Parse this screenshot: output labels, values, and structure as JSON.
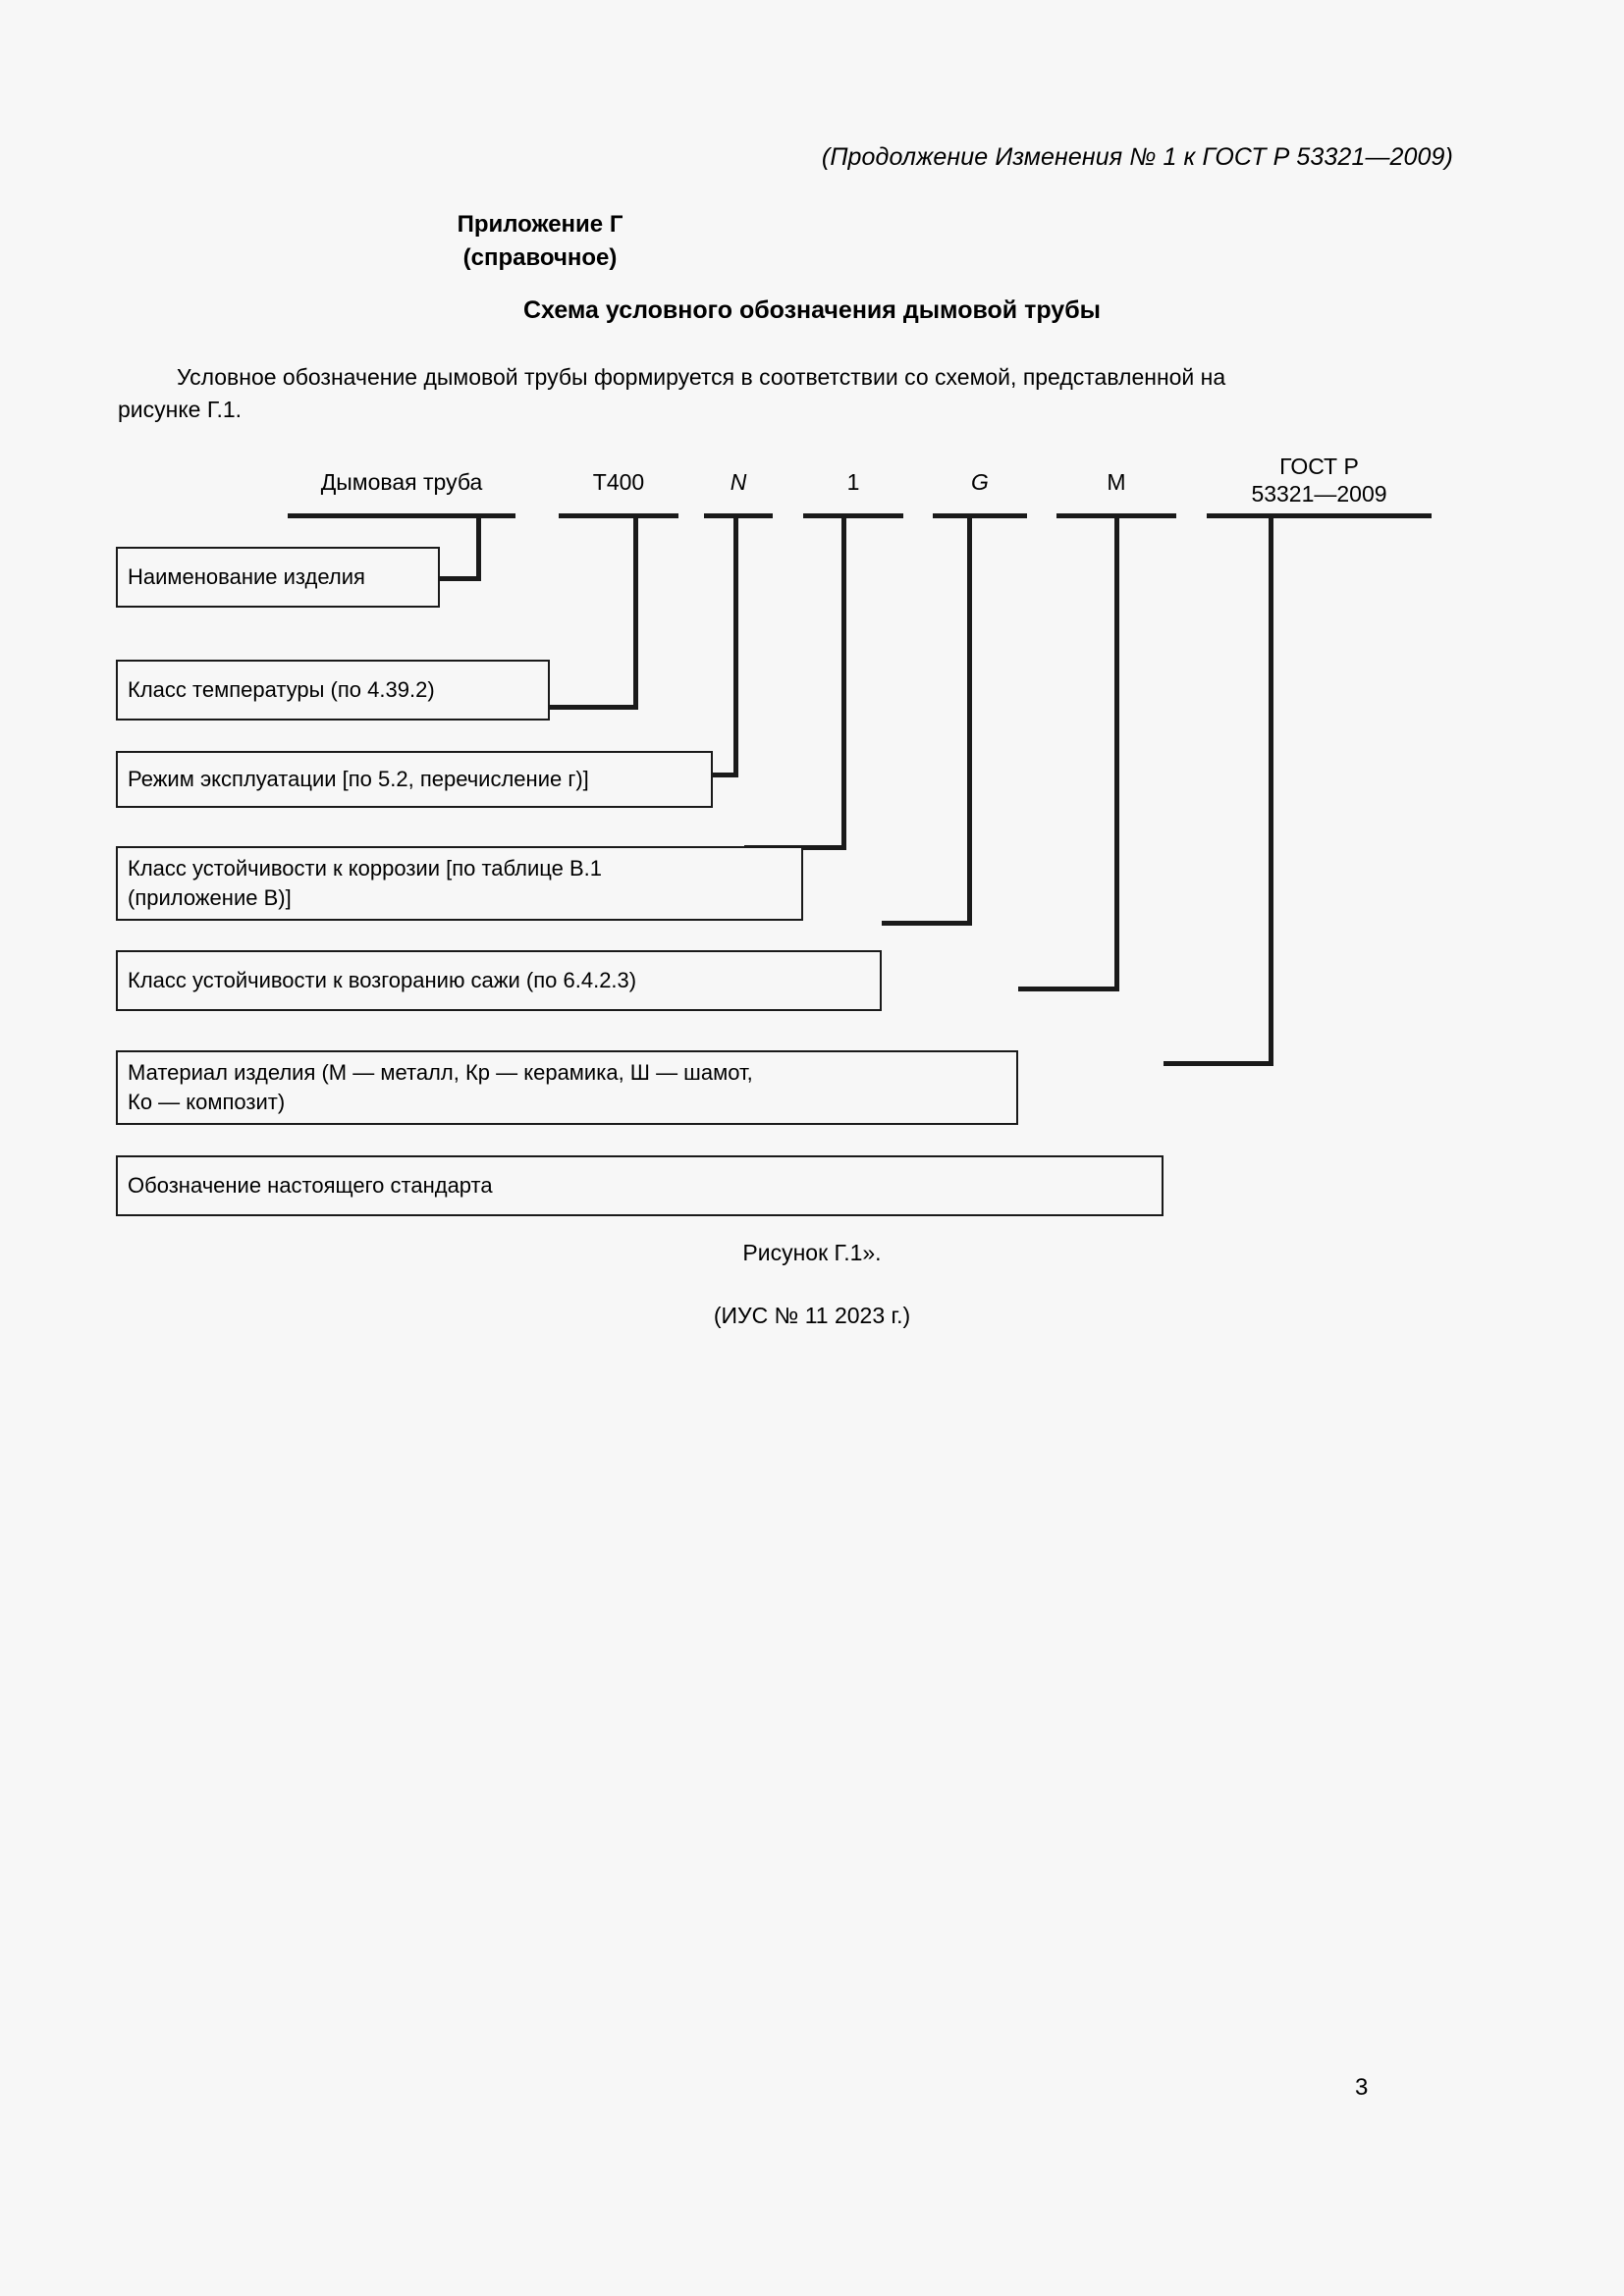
{
  "page": {
    "running_title": "(Продолжение Изменения № 1 к ГОСТ Р 53321—2009)",
    "annex_line1": "Приложение Г",
    "annex_line2": "(справочное)",
    "doc_title": "Схема условного обозначения дымовой трубы",
    "intro_lead": "Условное обозначение дымовой трубы формируется в соответствии со схемой, представленной на",
    "intro_tail": "рисунке Г.1.",
    "figure_caption": "Рисунок Г.1».",
    "ius_note": "(ИУС № 11  2023 г.)",
    "page_number": "3"
  },
  "diagram": {
    "columns": [
      {
        "label": "Дымовая труба",
        "italic": false
      },
      {
        "label": "T400",
        "italic": false
      },
      {
        "label": "N",
        "italic": true
      },
      {
        "label": "1",
        "italic": false
      },
      {
        "label": "G",
        "italic": true
      },
      {
        "label": "M",
        "italic": false
      },
      {
        "label": "ГОСТ Р\n53321—2009",
        "italic": false,
        "line1": "ГОСТ Р",
        "line2": "53321—2009"
      }
    ],
    "boxes": [
      {
        "line1": "Наименование изделия",
        "line2": ""
      },
      {
        "line1": "Класс температуры (по 4.39.2)",
        "line2": ""
      },
      {
        "line1": "Режим эксплуатации [по 5.2, перечисление г)]",
        "line2": ""
      },
      {
        "line1": "Класс устойчивости к коррозии [по таблице В.1",
        "line2": "(приложение В)]"
      },
      {
        "line1": "Класс устойчивости к возгоранию сажи (по 6.4.2.3)",
        "line2": ""
      },
      {
        "line1": "Материал изделия (М — металл, Кр — керамика, Ш — шамот,",
        "line2": "Ко — композит)"
      },
      {
        "line1": "Обозначение настоящего стандарта",
        "line2": ""
      }
    ]
  }
}
